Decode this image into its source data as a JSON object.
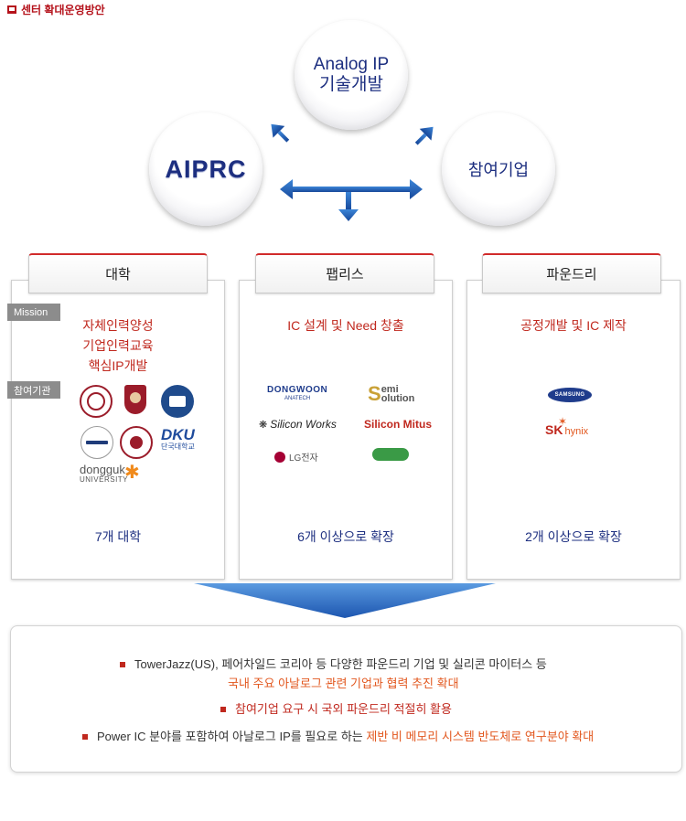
{
  "header": {
    "title": "센터 확대운영방안"
  },
  "circles": {
    "top_line1": "Analog IP",
    "top_line2": "기술개발",
    "left": "AIPRC",
    "right": "참여기업"
  },
  "side_labels": {
    "mission": "Mission",
    "participants": "참여기관"
  },
  "columns": [
    {
      "tab": "대학",
      "mission": [
        "자체인력양성",
        "기업인력교육",
        "핵심IP개발"
      ],
      "logos": [
        "dongguk",
        "UNIVERSITY",
        "DKU",
        "단국대학교"
      ],
      "footer": "7개 대학"
    },
    {
      "tab": "팹리스",
      "mission": [
        "IC 설계 및 Need 창출"
      ],
      "logos": [
        "DONGWOON",
        "ANATECH",
        "emi",
        "olution",
        "Silicon Works",
        "Silicon Mitus",
        "LG전자"
      ],
      "footer": "6개 이상으로 확장"
    },
    {
      "tab": "파운드리",
      "mission": [
        "공정개발 및 IC 제작"
      ],
      "logos": [
        "SAMSUNG",
        "SK",
        "hynix"
      ],
      "footer": "2개 이상으로 확장"
    }
  ],
  "summary": {
    "line1": "TowerJazz(US), 페어차일드 코리아 등 다양한 파운드리 기업 및 실리콘 마이터스 등",
    "line1b": "국내 주요 아날로그 관련 기업과 협력 추진 확대",
    "line2": "참여기업 요구 시 국외 파운드리 적절히 활용",
    "line3a": "Power IC 분야를 포함하여 아날로그 IP를 필요로 하는 ",
    "line3b": "제반 비 메모리 시스템 반도체로 연구분야 확대"
  },
  "colors": {
    "navy": "#1d2f80",
    "red": "#c0281e",
    "blue_arrow": "#1f5fb4",
    "orange": "#e2571e"
  }
}
